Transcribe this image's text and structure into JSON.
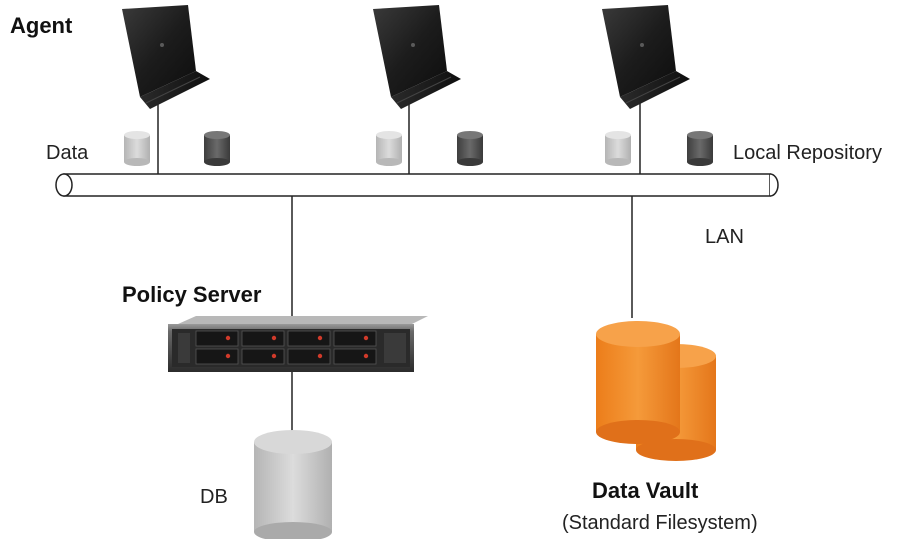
{
  "labels": {
    "agent": "Agent",
    "data": "Data",
    "local_repository": "Local Repository",
    "lan": "LAN",
    "policy_server": "Policy Server",
    "db": "DB",
    "data_vault": "Data Vault",
    "data_vault_sub": "(Standard Filesystem)"
  },
  "colors": {
    "data_cylinder": "#c9c9c9",
    "repository_cylinder": "#4f4f4f",
    "vault": "#f08a24",
    "db_cylinder": "#c0c0c0",
    "laptop": "#1e1e1e",
    "line": "#222222"
  },
  "icons": {
    "agent": "laptop-icon",
    "policy_server": "rack-server-icon",
    "db": "database-icon",
    "data_vault": "storage-icon"
  }
}
